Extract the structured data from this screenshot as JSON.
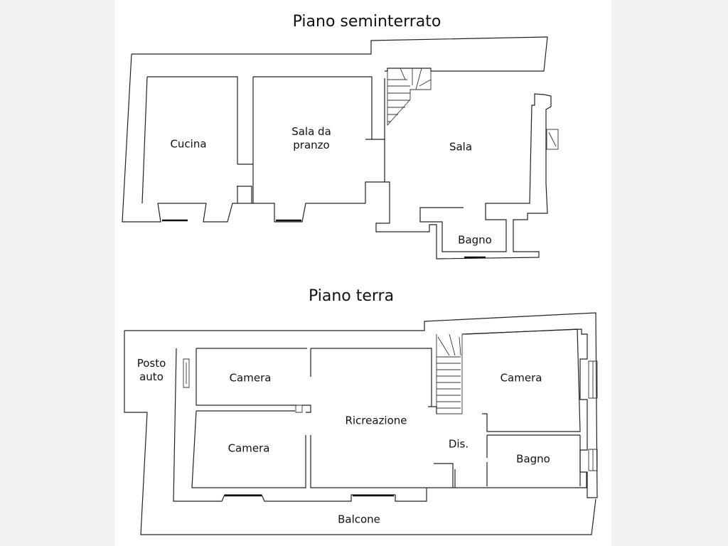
{
  "floors": [
    {
      "title": "Piano seminterrato",
      "rooms": [
        "Cucina",
        "Sala da\npranzo",
        "Sala",
        "Bagno"
      ]
    },
    {
      "title": "Piano terra",
      "rooms": [
        "Posto\nauto",
        "Camera",
        "Camera",
        "Ricreazione",
        "Camera",
        "Dis.",
        "Bagno",
        "Balcone"
      ]
    }
  ]
}
